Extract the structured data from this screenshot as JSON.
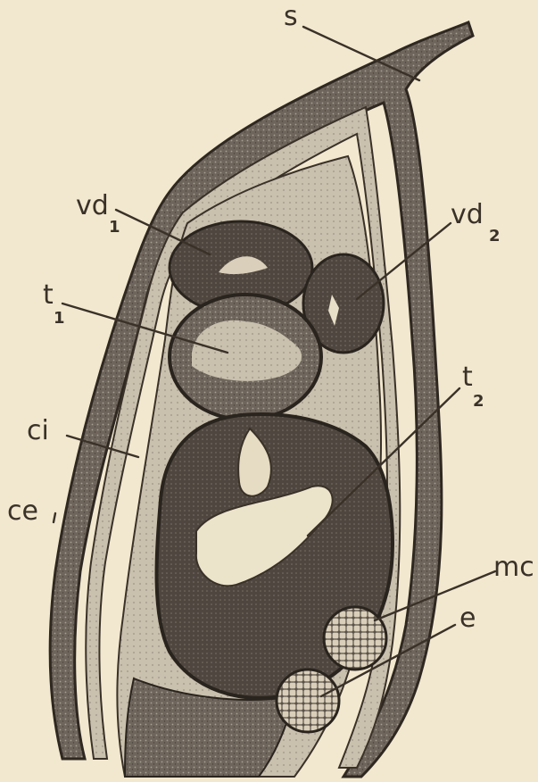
{
  "figure": {
    "background": "#f2e8cf",
    "ink": "#3a3128",
    "labels": [
      {
        "id": "s",
        "main": "s",
        "sub": ""
      },
      {
        "id": "vd1",
        "main": "vd",
        "sub": "1"
      },
      {
        "id": "vd2",
        "main": "vd",
        "sub": "2"
      },
      {
        "id": "t1",
        "main": "t",
        "sub": "1"
      },
      {
        "id": "t2",
        "main": "t",
        "sub": "2"
      },
      {
        "id": "ci",
        "main": "ci",
        "sub": ""
      },
      {
        "id": "ce",
        "main": "ce",
        "sub": ""
      },
      {
        "id": "mc",
        "main": "mc",
        "sub": ""
      },
      {
        "id": "e",
        "main": "e",
        "sub": ""
      }
    ]
  }
}
